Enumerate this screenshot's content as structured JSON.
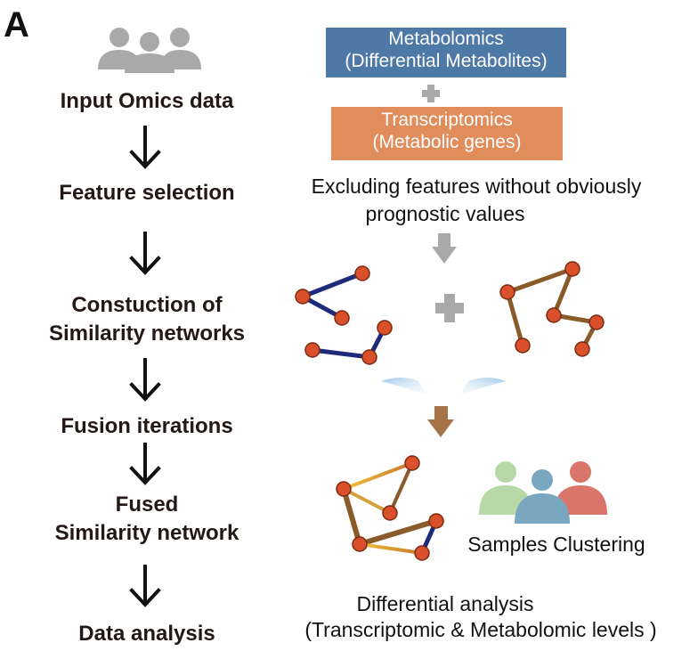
{
  "panel_label": "A",
  "workflow": {
    "steps": [
      "Input Omics data",
      "Feature selection",
      "Constuction of",
      "Similarity networks",
      "Fusion iterations",
      "Fused",
      "Similarity network",
      "Data analysis"
    ]
  },
  "omics": {
    "metabolomics_line1": "Metabolomics",
    "metabolomics_line2": "(Differential Metabolites)",
    "metabolomics_color": "#4e79a7",
    "transcriptomics_line1": "Transcriptomics",
    "transcriptomics_line2": "(Metabolic genes)",
    "transcriptomics_color": "#e08c5b"
  },
  "feature_text_line1": "Excluding features without obviously",
  "feature_text_line2": "prognostic values",
  "clustering_label": "Samples Clustering",
  "analysis_line1": "Differential analysis",
  "analysis_line2": "(Transcriptomic & Metabolomic levels )",
  "colors": {
    "node": "#d9502a",
    "network_blue": "#1f2a7a",
    "network_brown": "#8a5a2b",
    "person_gray": "#a9a9a9",
    "person_green": "#b8d8a8",
    "person_blue": "#7aa7c0",
    "person_red": "#d9756a",
    "plus_gray": "#a9a9a9"
  }
}
